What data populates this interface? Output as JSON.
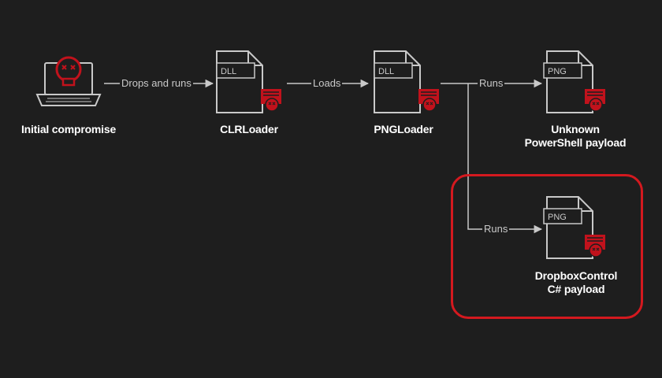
{
  "colors": {
    "background": "#1e1e1e",
    "line": "#c9c9c9",
    "accent": "#c1121c",
    "highlight": "#d4191f"
  },
  "nodes": {
    "initial": {
      "label": "Initial compromise",
      "icon": "infected-laptop-icon"
    },
    "clrloader": {
      "label": "CLRLoader",
      "tag": "DLL",
      "icon": "malicious-dll-file-icon"
    },
    "pngloader": {
      "label": "PNGLoader",
      "tag": "DLL",
      "icon": "malicious-dll-file-icon"
    },
    "unknown": {
      "label_line1": "Unknown",
      "label_line2": "PowerShell payload",
      "tag": "PNG",
      "icon": "malicious-png-file-icon"
    },
    "dropbox": {
      "label_line1": "DropboxControl",
      "label_line2": "C# payload",
      "tag": "PNG",
      "icon": "malicious-png-file-icon"
    }
  },
  "edges": {
    "drops_and_runs": "Drops and runs",
    "loads": "Loads",
    "runs_unknown": "Runs",
    "runs_dropbox": "Runs"
  }
}
